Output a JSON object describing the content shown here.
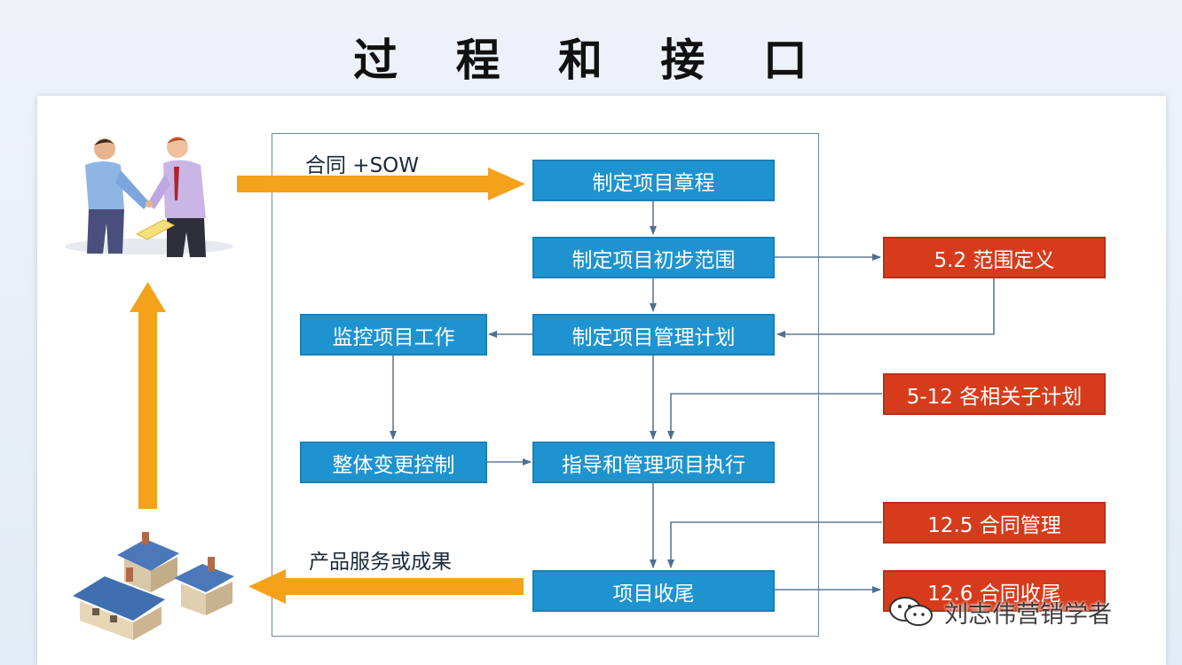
{
  "title": "过 程 和 接 口",
  "labels": {
    "input": "合同 +SOW",
    "output": "产品服务或成果"
  },
  "process": {
    "charter": "制定项目章程",
    "scope": "制定项目初步范围",
    "plan": "制定项目管理计划",
    "monitor": "监控项目工作",
    "change": "整体变更控制",
    "execute": "指导和管理项目执行",
    "close": "项目收尾"
  },
  "external": {
    "scope_def": "5.2 范围定义",
    "sub_plans": "5-12 各相关子计划",
    "contract_mgmt": "12.5 合同管理",
    "contract_close": "12.6 合同收尾"
  },
  "watermark": "刘志伟营销学者",
  "colors": {
    "process_box": "#1f93cf",
    "external_box": "#d63c1c",
    "big_arrow": "#f5a21b",
    "connector": "#5d7a99"
  }
}
